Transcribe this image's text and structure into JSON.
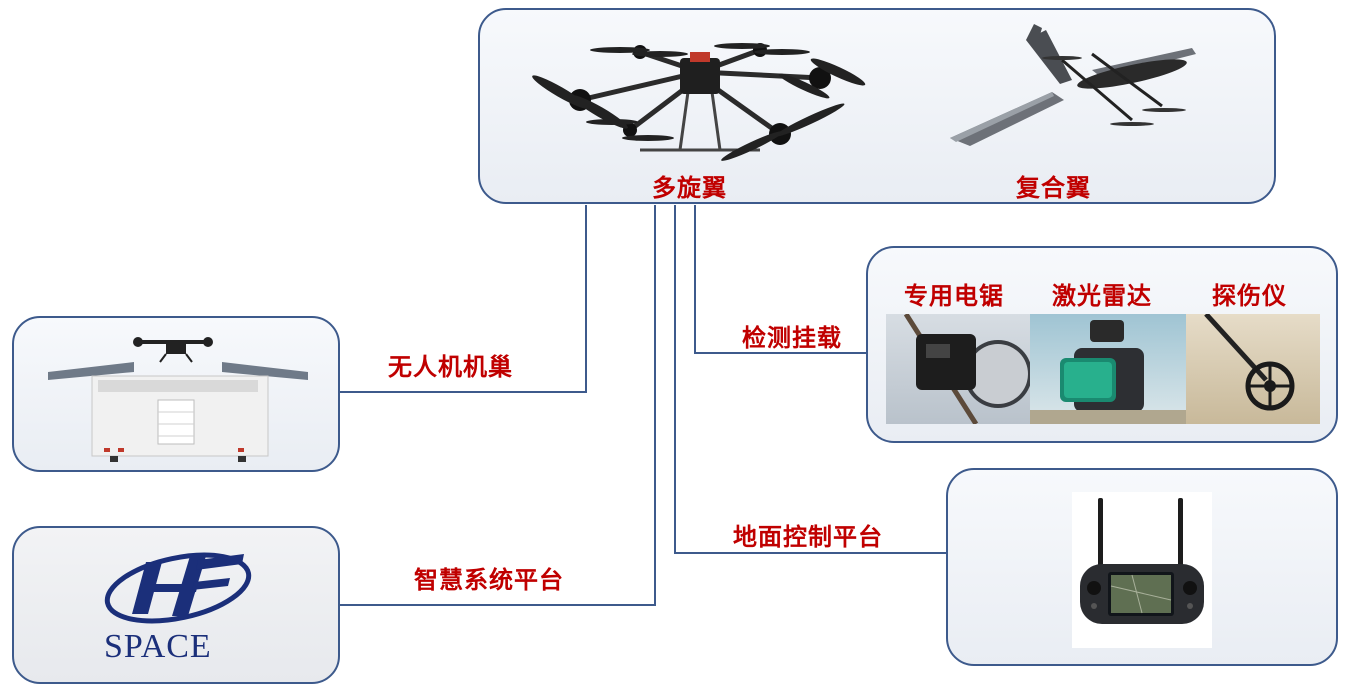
{
  "uav": {
    "multirotor": "多旋翼",
    "hybrid": "复合翼"
  },
  "payload": {
    "title": "检测挂载",
    "items": [
      "专用电锯",
      "激光雷达",
      "探伤仪"
    ]
  },
  "nest": {
    "title": "无人机机巢"
  },
  "ground": {
    "title": "地面控制平台"
  },
  "platform": {
    "title": "智慧系统平台",
    "logo_text": "SPACE"
  },
  "colors": {
    "label": "#c00000",
    "border": "#3d5a8c",
    "logo": "#1b2f7a"
  }
}
